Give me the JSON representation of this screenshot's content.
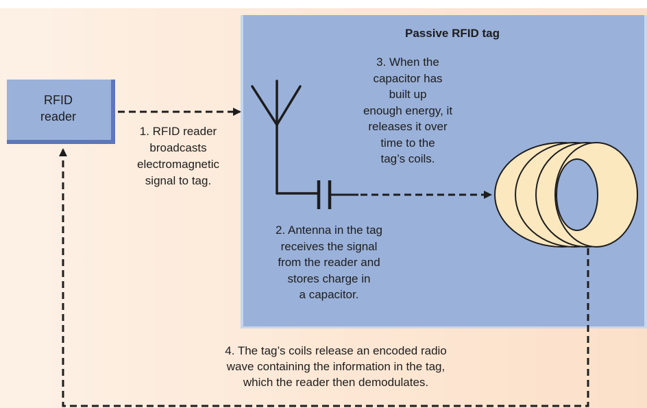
{
  "tag": {
    "title": "Passive RFID tag"
  },
  "reader": {
    "label": "RFID reader",
    "lines": [
      "RFID",
      "reader"
    ]
  },
  "steps": [
    {
      "label": "1. RFID reader broadcasts electromagnetic signal to tag.",
      "lines": [
        "1. RFID reader",
        "broadcasts",
        "electromagnetic",
        "signal to tag."
      ]
    },
    {
      "label": "2. Antenna in the tag receives the signal from the reader and stores charge in a capacitor.",
      "lines": [
        "2. Antenna in the tag",
        "receives the signal",
        "from the reader and",
        "stores charge in",
        "a capacitor."
      ]
    },
    {
      "label": "3. When the capacitor has built up enough energy, it releases it over time to the tag’s coils.",
      "lines": [
        "3. When the",
        "capacitor has",
        "built up",
        "enough energy, it",
        "releases it over",
        "time to the",
        "tag’s coils."
      ]
    },
    {
      "label": "4. The tag’s coils release an encoded radio wave containing the information in the tag, which the reader then demodulates.",
      "lines": [
        "4. The tag’s coils release an encoded radio",
        "wave containing the information in the tag,",
        "which the reader then demodulates."
      ]
    }
  ],
  "colors": {
    "background": "#fde7d4",
    "tag_box": "#9ab1da",
    "reader_box": "#9ab1da",
    "reader_edge": "#5c78b8",
    "coil_fill": "#fce8bf",
    "line": "#1d1d1d"
  }
}
